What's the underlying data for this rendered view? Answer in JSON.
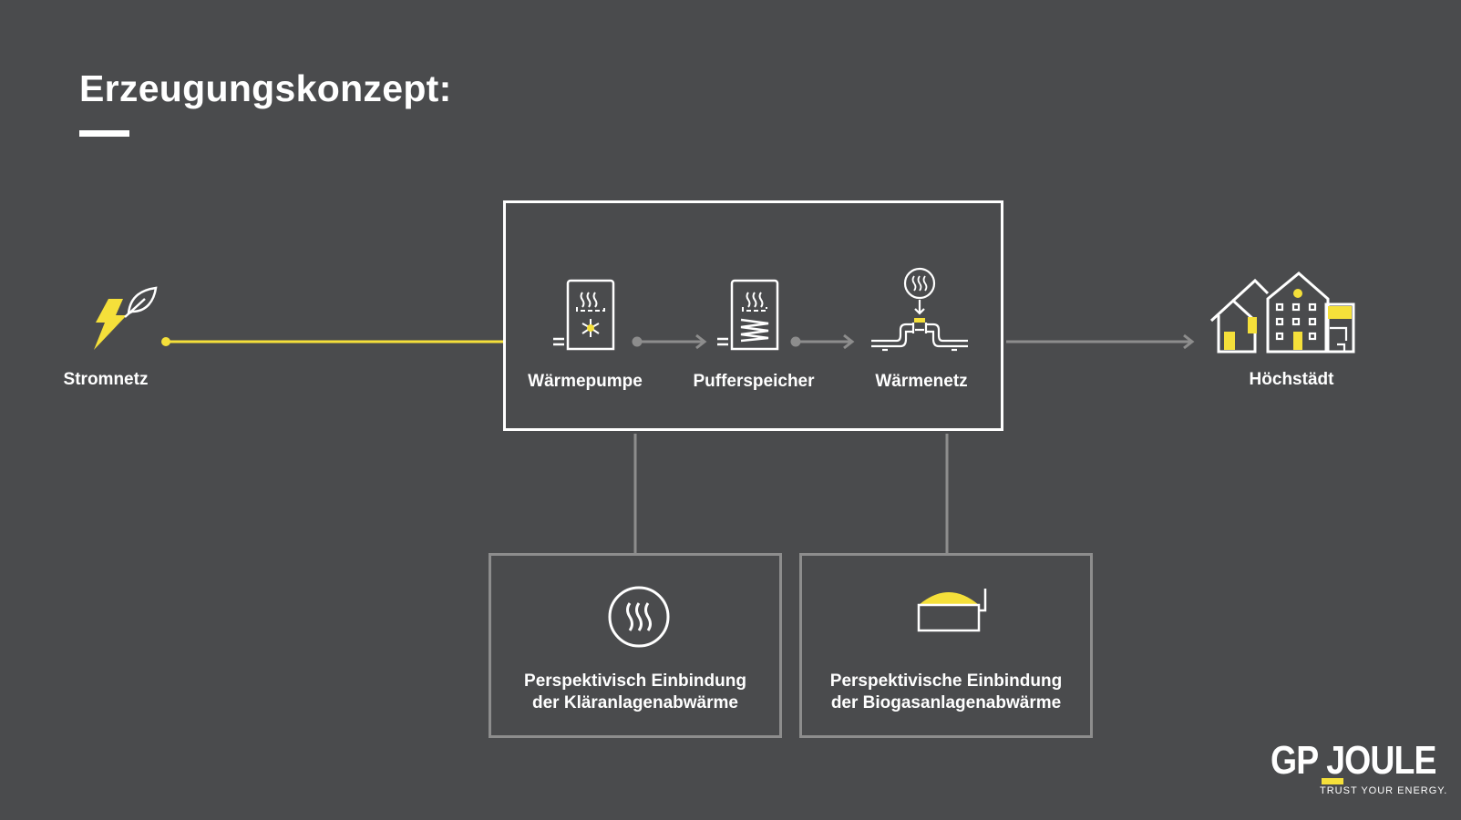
{
  "title": "Erzeugungskonzept:",
  "nodes": {
    "source": "Stromnetz",
    "heat_pump": "Wärmepumpe",
    "buffer": "Pufferspeicher",
    "heat_network": "Wärmenetz",
    "destination": "Höchstädt"
  },
  "future_sources": [
    {
      "line1": "Perspektivisch Einbindung",
      "line2": "der Kläranlagenabwärme"
    },
    {
      "line1": "Perspektivische Einbindung",
      "line2": "der Biogasanlagenabwärme"
    }
  ],
  "logo": {
    "name": "GP JOULE",
    "tagline": "TRUST YOUR ENERGY."
  },
  "colors": {
    "background": "#4a4b4d",
    "accent": "#f5e03a",
    "connector": "#8d8d8d"
  }
}
